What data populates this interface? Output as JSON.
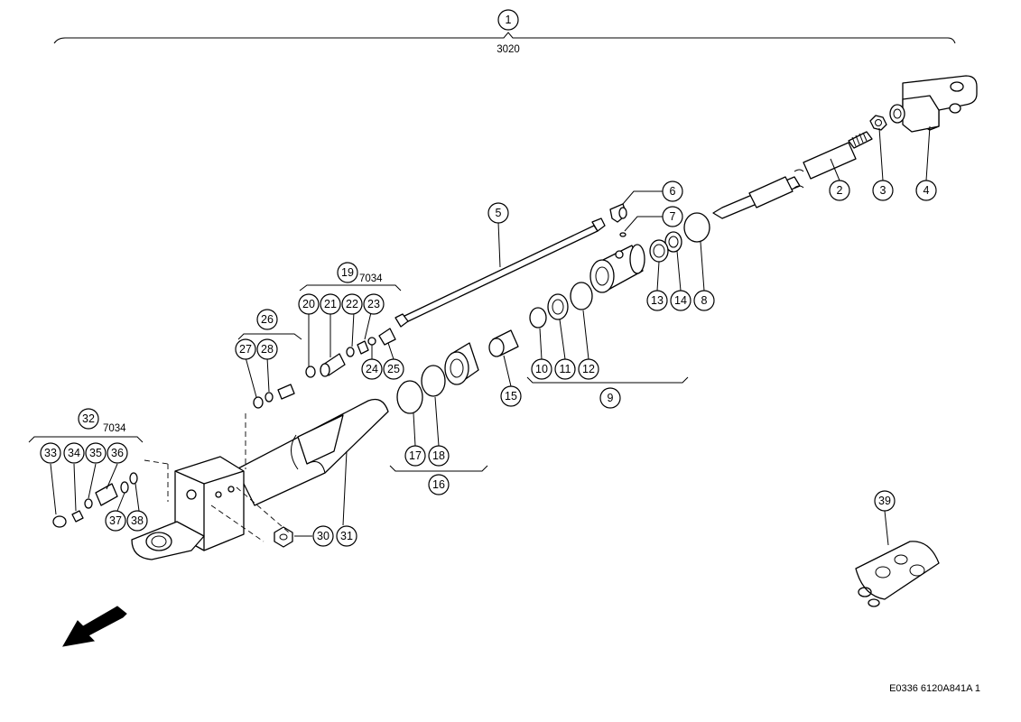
{
  "assembly_code": "3020",
  "group_code_19": "7034",
  "group_code_32": "7034",
  "drawing_code": "E0336 6120A841A 1",
  "callouts": [
    "1",
    "2",
    "3",
    "4",
    "5",
    "6",
    "7",
    "8",
    "9",
    "10",
    "11",
    "12",
    "13",
    "14",
    "15",
    "16",
    "17",
    "18",
    "19",
    "20",
    "21",
    "22",
    "23",
    "24",
    "25",
    "26",
    "27",
    "28",
    "30",
    "31",
    "32",
    "33",
    "34",
    "35",
    "36",
    "37",
    "38",
    "39"
  ]
}
